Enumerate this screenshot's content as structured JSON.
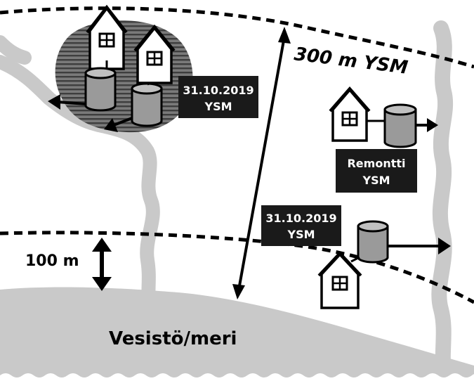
{
  "labels": {
    "ysm_300": "300 m YSM",
    "dist_100": "100 m",
    "water": "Vesistö/meri"
  },
  "boxes": {
    "top_left": {
      "line1": "31.10.2019",
      "line2": "YSM"
    },
    "right_middle": {
      "line1": "Remontti",
      "line2": "YSM"
    },
    "bottom_right": {
      "line1": "31.10.2019",
      "line2": "YSM"
    }
  },
  "colors": {
    "water": "#c9c9c9",
    "river": "#c9c9c9",
    "label_box": "#1a1a1a",
    "label_text": "#ffffff",
    "ink": "#000000",
    "tank": "#9a9a9a",
    "cluster": "#6e6e6e"
  },
  "icons": [
    "house-icon",
    "septic-tank-icon",
    "arrow-icon",
    "double-arrow-icon"
  ]
}
